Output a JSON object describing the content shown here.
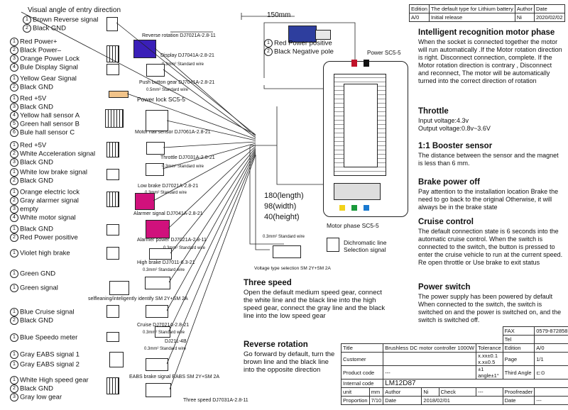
{
  "left_groups": [
    {
      "title": "Visual angle of entry direction",
      "pins": [
        "Brown  Reverse signal",
        "Black GND"
      ],
      "label": "Reverse rotation DJ7021A-2.8-11"
    },
    {
      "pins": [
        "Red     Power+",
        "Black   Power–",
        "Orange Power Lock",
        "Bule  Display Signal"
      ],
      "label": "Display DJ7041A-2.8-21",
      "wire": "0.3mm² Standard wire"
    },
    {
      "pins": [
        "Yellow  Gear Signal",
        "Black GND"
      ],
      "label": "Push button gear DJ7041A-2.8-21",
      "wire": "0.5mm² Standard wire"
    },
    {
      "pins": [
        "Red +5V",
        "Black GND",
        "Yellow hall sensor A",
        "Green hall sensor B",
        "Bule hall sensor C"
      ],
      "label": "Power lock SC5-5",
      "label2": "Motor hall sensor DJ7061A-2.8-21"
    },
    {
      "pins": [
        "Red  +5V",
        "White Acceleration signal",
        "Black GND"
      ],
      "label": "Throttle DJ7031A-2.8-21",
      "wire": "0.3mm² Standard wire"
    },
    {
      "pins": [
        "White  low  brake signal",
        "Black GND"
      ],
      "label": "Low brake DJ7021A-2.8-21",
      "wire": "0.3mm² Standard wire"
    },
    {
      "pins": [
        "Orange electric lock",
        "Gray alarmer signal",
        "empty",
        "White motor signal"
      ],
      "label": "Alarmer signal DJ7041A-2.8-21"
    },
    {
      "pins": [
        "Black  GND",
        "Red Power positive"
      ],
      "label": "Alarmer power DJ7021A-2.8-11",
      "wire": "0.3mm² Standard wire"
    },
    {
      "pins": [
        "Violet  high brake"
      ],
      "label": "High brake DJ7011-6.3-21",
      "wire": "0.3mm² Standard wire"
    },
    {
      "pins": [
        "Green GND",
        "Green signal"
      ],
      "label": "selfleaning/inteligently identify SM 2Y+SM 2A"
    },
    {
      "pins": [
        "Blue  Cruise signal",
        "Black GND"
      ],
      "label": "Cruise DJ7021A-2.8-21",
      "wire": "0.3mm² Standard wire"
    },
    {
      "pins": [
        "Blue  Speedo meter"
      ],
      "label": "DJ211-4B",
      "wire": "0.3mm² Standard wire"
    },
    {
      "pins": [
        "Gray EABS signal 1",
        "Gray EABS signal 2"
      ],
      "label": "EABS brake signal EABS SM 2Y+SM 2A"
    },
    {
      "pins": [
        "White High speed gear",
        "Black GND",
        "Gray low gear"
      ],
      "label": "Three speed DJ7031A-2.8-11"
    }
  ],
  "top_plug": {
    "length": "150mm",
    "pins": [
      "Red   Power positive",
      "Black  Negative pole"
    ],
    "power_label": "Power SC5-5"
  },
  "controller": {
    "size": [
      "180(length)",
      "98(width)",
      "40(height)"
    ],
    "phase_label": "Motor phase SC5-5"
  },
  "dichromatic": {
    "label": "Dichromatic line Selection signal",
    "wire": "0.3mm² Standard wire",
    "voltage": "Voltage type selection SM 2Y+SM 2A"
  },
  "bottom_notes": [
    {
      "title": "Three speed",
      "text": "Open the default medium speed gear, connect the white line and the black line into the high speed gear, connect the gray line and the black line into the low speed gear"
    },
    {
      "title": "Reverse rotation",
      "text": "Go forward by default, turn the brown line  and the black line into the opposite direction"
    }
  ],
  "revision": {
    "edition_h": "Edition",
    "desc_h": "The default type for Lithium battery",
    "author_h": "Author",
    "date_h": "Date",
    "edition": "A/0",
    "desc": "Initial release",
    "author": "Ni",
    "date": "2020/02/02"
  },
  "right_notes": [
    {
      "title": "Intelligent recognition motor phase",
      "text": "When the socket is connected together the motor will run automatically .If the Motor rotation direction is right. Disconnect connection, complete. If the Motor rotation direction is contrary , Disconnect and reconnect, The motor will be automatically turned into the correct direction of rotation"
    },
    {
      "title": "Throttle",
      "text": "Input voltage:4.3v\nOutput voltage:0.8v~3.6V"
    },
    {
      "title": "1:1 Booster sensor",
      "text": "The distance between the sensor and the magnet is less than 6 mm."
    },
    {
      "title": "Brake power off",
      "text": "Pay attention to the installation location Brake the need to go back to the original Otherwise, it will always be in the brake state"
    },
    {
      "title": "Cruise control",
      "text": "The default connection state is 6 seconds into the automatic cruise control. When the switch is connected to the switch, the button is pressed to enter the cruise vehicle to run at the current speed. Re open throttle or Use brake to exit status"
    },
    {
      "title": "Power switch",
      "text": "The power supply has been powered by default When connected to the switch, the switch is switched on and the power is switched on, and the switch is switched off."
    }
  ],
  "title_block": {
    "fax": "FAX",
    "fax_no": "0579-87285812",
    "tel": "Tel",
    "title_h": "Title",
    "title": "Brushless DC motor controller 1000W",
    "tolerance_h": "Tolerance",
    "edition_h": "Edition",
    "edition": "A/0",
    "customer_h": "Customer",
    "tol1": "x.xx±0.1",
    "tol2": "x.x±0.5",
    "tol3": "±1",
    "tol4": "angle±1°",
    "page_h": "Page",
    "page": "1/1",
    "product_h": "Product code",
    "product": "---",
    "internal_h": "Internal code",
    "internal": "LM12D87",
    "third_h": "Third Angle",
    "unit_h": "unit",
    "unit": "mm",
    "author_h": "Author",
    "author": "Ni",
    "check_h": "Check",
    "check": "---",
    "proofreader_h": "Proofreader",
    "proportion_h": "Proportion",
    "proportion": "7/10",
    "date_h": "Date",
    "date": "2018/02/01",
    "date2_h": "Date",
    "date2": "---"
  }
}
